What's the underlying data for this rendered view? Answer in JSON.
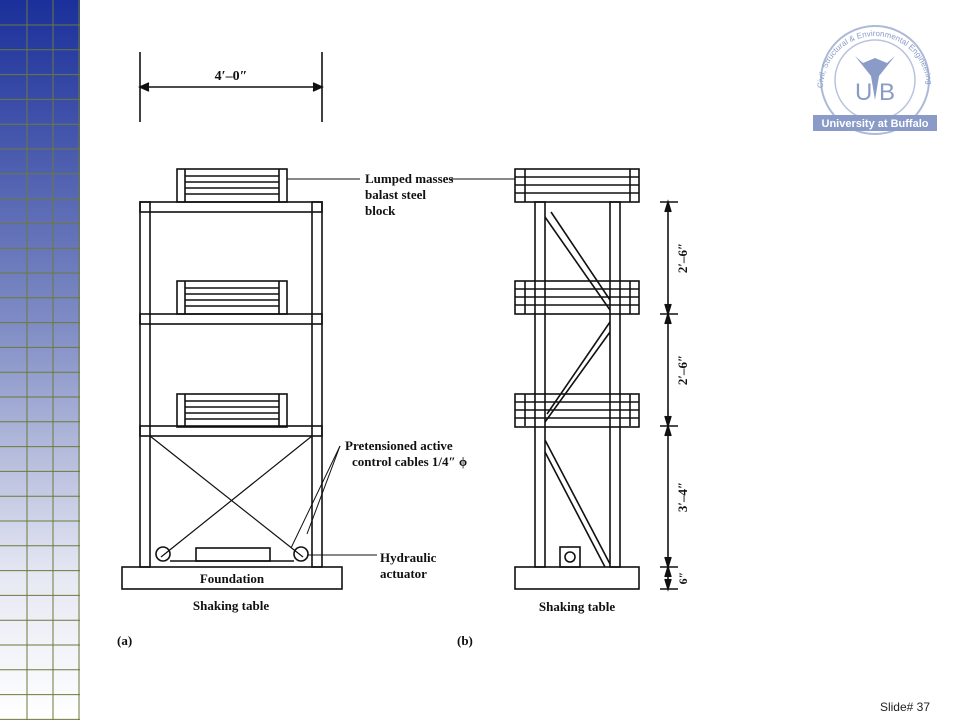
{
  "figure": {
    "panel_a": {
      "tag": "(a)",
      "width_dim": "4′–0″",
      "foundation": "Foundation",
      "shaking_table": "Shaking table",
      "callout_masses": [
        "Lumped masses",
        "balast steel",
        "block"
      ],
      "callout_cables": [
        "Pretensioned active",
        "control cables 1/4″ ϕ"
      ],
      "callout_actuator": [
        "Hydraulic",
        "actuator"
      ]
    },
    "panel_b": {
      "tag": "(b)",
      "shaking_table": "Shaking table",
      "story_dims": [
        "2′–6″",
        "2′–6″",
        "3′–4″",
        "6″"
      ]
    }
  },
  "logo": {
    "letters": "U B",
    "ring_text": "Civil, Structural & Environmental Engineering",
    "banner": "University at Buffalo"
  },
  "footer": {
    "slide_number": "Slide# 37"
  },
  "colors": {
    "grid_top": "#1a2f9a",
    "grid_bottom": "#ffffff",
    "grid_line": "#6b7a3a",
    "logo": "#8a9bc8"
  }
}
